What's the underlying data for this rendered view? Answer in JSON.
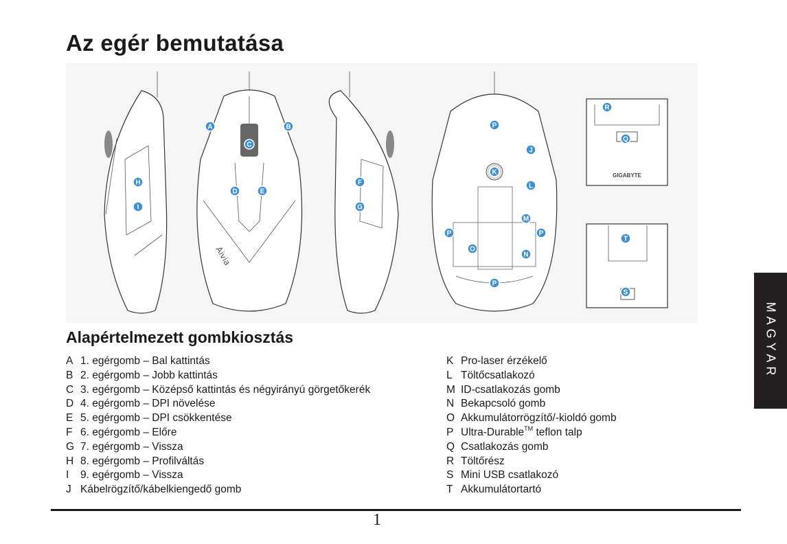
{
  "title": "Az egér bemutatása",
  "figure": {
    "brand_text": "GIGABYTE",
    "mouse_logo": "Aivia",
    "markers": [
      "A",
      "B",
      "C",
      "D",
      "E",
      "F",
      "G",
      "H",
      "I",
      "J",
      "K",
      "L",
      "M",
      "N",
      "O",
      "P",
      "Q",
      "R",
      "S",
      "T"
    ]
  },
  "section_title": "Alapértelmezett gombkiosztás",
  "legend_left": [
    {
      "key": "A",
      "text": "1. egérgomb – Bal kattintás"
    },
    {
      "key": "B",
      "text": "2. egérgomb – Jobb kattintás"
    },
    {
      "key": "C",
      "text": "3. egérgomb – Középső kattintás és négyirányú görgetőkerék"
    },
    {
      "key": "D",
      "text": "4. egérgomb – DPI növelése"
    },
    {
      "key": "E",
      "text": "5. egérgomb – DPI csökkentése"
    },
    {
      "key": "F",
      "text": "6. egérgomb – Előre"
    },
    {
      "key": "G",
      "text": "7. egérgomb – Vissza"
    },
    {
      "key": "H",
      "text": "8. egérgomb – Profilváltás"
    },
    {
      "key": "I",
      "text": "9. egérgomb – Vissza"
    },
    {
      "key": "J",
      "text": "Kábelrögzítő/kábelkiengedő gomb"
    }
  ],
  "legend_right": [
    {
      "key": "K",
      "text": "Pro-laser érzékelő"
    },
    {
      "key": "L",
      "text": "Töltőcsatlakozó"
    },
    {
      "key": "M",
      "text": "ID-csatlakozás gomb"
    },
    {
      "key": "N",
      "text": "Bekapcsoló gomb"
    },
    {
      "key": "O",
      "text": "Akkumulátorrögzítő/-kioldó gomb"
    },
    {
      "key": "P",
      "text": "Ultra-Durable",
      "sup": "TM",
      "text_after": " teflon talp"
    },
    {
      "key": "Q",
      "text": "Csatlakozás gomb"
    },
    {
      "key": "R",
      "text": "Töltőrész"
    },
    {
      "key": "S",
      "text": "Mini USB csatlakozó"
    },
    {
      "key": "T",
      "text": "Akkumulátortartó"
    }
  ],
  "page_number": "1",
  "language_tab": "MAGYAR",
  "colors": {
    "marker": "#3d8fd1",
    "tab_background": "#231f20",
    "figure_background": "#f5f5f5"
  }
}
